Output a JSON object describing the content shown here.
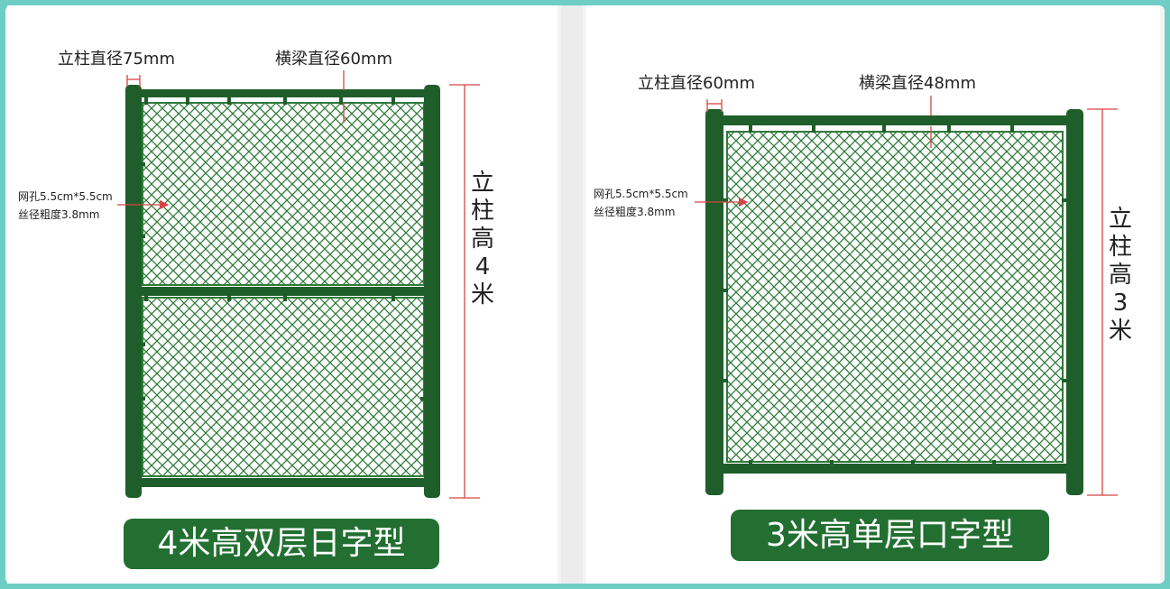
{
  "colors": {
    "border": "#6ecdc4",
    "post": "#1f5e2a",
    "mesh": "#2f7a3a",
    "dimension": "#d64545",
    "banner": "#226f31"
  },
  "left": {
    "post_label": "立柱直径75mm",
    "beam_label": "横梁直径60mm",
    "mesh_line1": "网孔5.5cm*5.5cm",
    "mesh_line2": "丝径粗度3.8mm",
    "height_label": "立柱 高 4 米",
    "banner": "4米高双层日字型"
  },
  "right": {
    "post_label": "立柱直径60mm",
    "beam_label": "横梁直径48mm",
    "mesh_line1": "网孔5.5cm*5.5cm",
    "mesh_line2": "丝径粗度3.8mm",
    "height_label": "立柱 高 3 米",
    "banner": "3米高单层口字型"
  }
}
